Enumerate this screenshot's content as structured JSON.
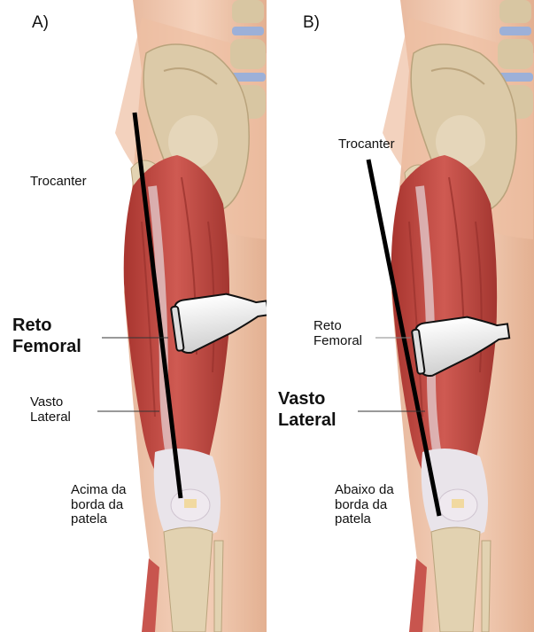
{
  "panels": [
    {
      "letter": "A)",
      "trochanter": "Trocanter",
      "rectus": "Reto\nFemoral",
      "vastus": "Vasto\nLateral",
      "landmark": "Acima da\nborda da\npatela"
    },
    {
      "letter": "B)",
      "trochanter": "Trocanter",
      "rectus": "Reto\nFemoral",
      "vastus": "Vasto\nLateral",
      "landmark": "Abaixo da\nborda da\npatela"
    }
  ],
  "colors": {
    "skin": "#f2cbb2",
    "bone": "#dccaa8",
    "muscle": "#b8433e",
    "tendon": "#e9e4ea",
    "probe": "#f2f2f2",
    "spine_disc": "#9cb0d8"
  },
  "emphasis": {
    "panel_a": "rectus",
    "panel_b": "vastus"
  }
}
